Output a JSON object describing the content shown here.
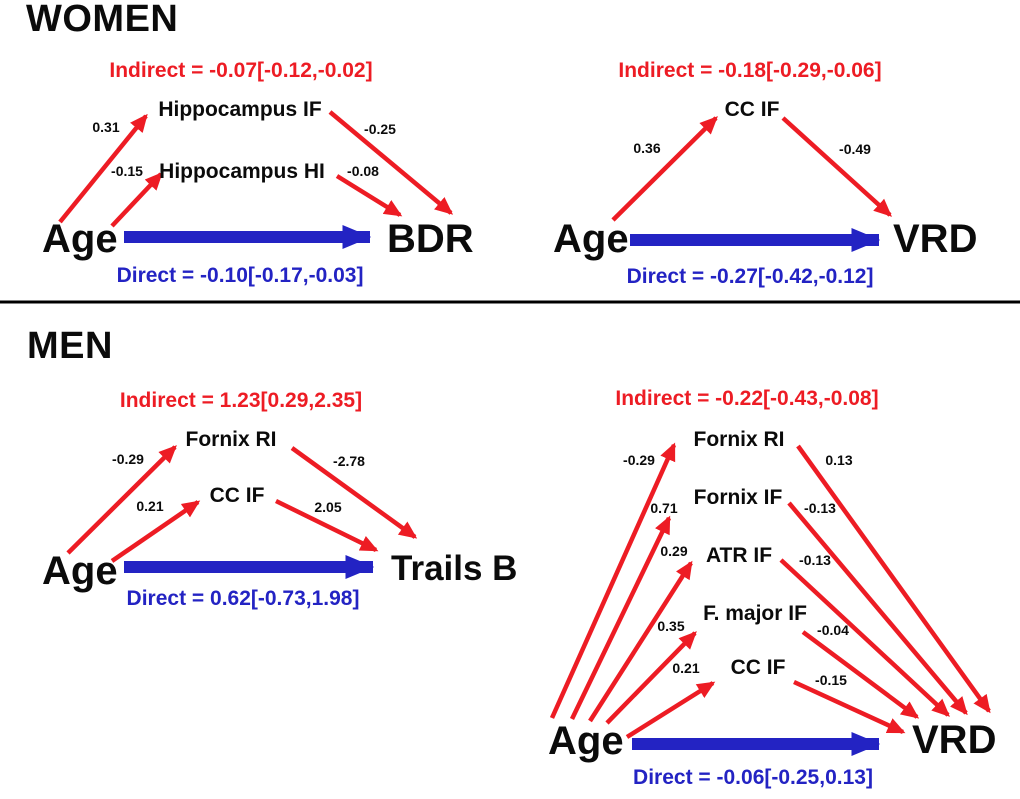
{
  "colors": {
    "red": "#ED1C24",
    "blue": "#2323C3",
    "black": "#0B0B0B",
    "divider": "#000000",
    "background": "#FFFFFF"
  },
  "sections": [
    {
      "title": "WOMEN",
      "panels": [
        {
          "indirect": "Indirect = -0.07[-0.12,-0.02]",
          "direct": "Direct = -0.10[-0.17,-0.03]",
          "predictor": "Age",
          "outcome": "BDR",
          "mediators": [
            {
              "name": "Hippocampus IF",
              "a": "0.31",
              "b": "-0.25"
            },
            {
              "name": "Hippocampus HI",
              "a": "-0.15",
              "b": "-0.08"
            }
          ]
        },
        {
          "indirect": "Indirect = -0.18[-0.29,-0.06]",
          "direct": "Direct = -0.27[-0.42,-0.12]",
          "predictor": "Age",
          "outcome": "VRD",
          "mediators": [
            {
              "name": "CC IF",
              "a": "0.36",
              "b": "-0.49"
            }
          ]
        }
      ]
    },
    {
      "title": "MEN",
      "panels": [
        {
          "indirect": "Indirect = 1.23[0.29,2.35]",
          "direct": "Direct = 0.62[-0.73,1.98]",
          "predictor": "Age",
          "outcome": "Trails B",
          "mediators": [
            {
              "name": "Fornix RI",
              "a": "-0.29",
              "b": "-2.78"
            },
            {
              "name": "CC IF",
              "a": "0.21",
              "b": "2.05"
            }
          ]
        },
        {
          "indirect": "Indirect = -0.22[-0.43,-0.08]",
          "direct": "Direct = -0.06[-0.25,0.13]",
          "predictor": "Age",
          "outcome": "VRD",
          "mediators": [
            {
              "name": "Fornix RI",
              "a": "-0.29",
              "b": "0.13"
            },
            {
              "name": "Fornix IF",
              "a": "0.71",
              "b": "-0.13"
            },
            {
              "name": "ATR IF",
              "a": "0.29",
              "b": "-0.13"
            },
            {
              "name": "F. major IF",
              "a": "0.35",
              "b": "-0.04"
            },
            {
              "name": "CC IF",
              "a": "0.21",
              "b": "-0.15"
            }
          ]
        }
      ]
    }
  ]
}
